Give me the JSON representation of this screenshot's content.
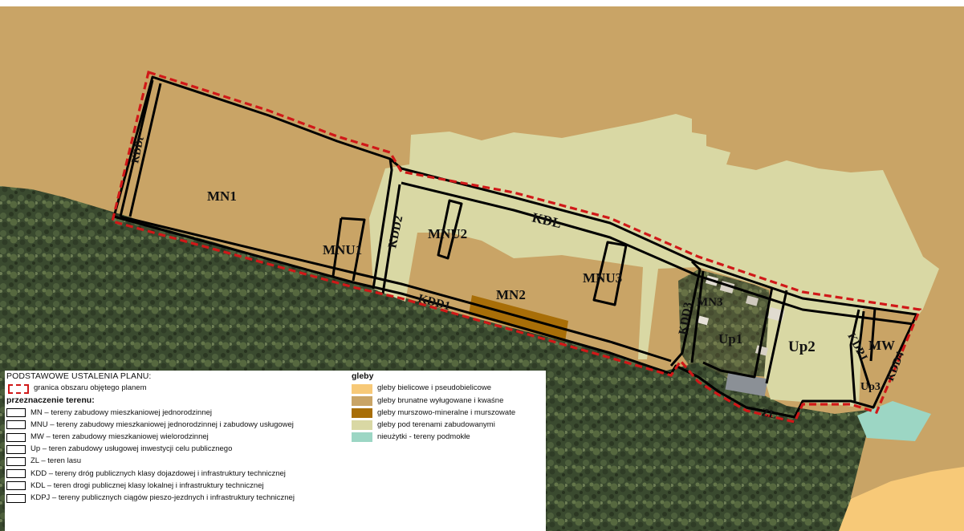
{
  "colors": {
    "soil_bielicowe": "#f7c978",
    "soil_brunatne": "#c9a466",
    "soil_murszowe": "#a86e08",
    "soil_zabudowane": "#d9d8a4",
    "nieuzytki": "#9cd6c4",
    "forest": "#3b4a2f",
    "boundary": "#d01818",
    "unit_line": "#000000"
  },
  "map": {
    "zones": [
      {
        "id": "MN1",
        "label": "MN1"
      },
      {
        "id": "MNU1",
        "label": "MNU1"
      },
      {
        "id": "KDD2",
        "label": "KDD2"
      },
      {
        "id": "MNU2",
        "label": "MNU2"
      },
      {
        "id": "KDL",
        "label": "KDL"
      },
      {
        "id": "MN2",
        "label": "MN2"
      },
      {
        "id": "MNU3",
        "label": "MNU3"
      },
      {
        "id": "KDD1",
        "label": "KDD1"
      },
      {
        "id": "KDD3",
        "label": "KDD3"
      },
      {
        "id": "MN3",
        "label": "MN3"
      },
      {
        "id": "Up1",
        "label": "Up1"
      },
      {
        "id": "Up2",
        "label": "Up2"
      },
      {
        "id": "KDPJ",
        "label": "KDPJ"
      },
      {
        "id": "MW",
        "label": "MW"
      },
      {
        "id": "KDD4",
        "label": "KDD4"
      },
      {
        "id": "Up3",
        "label": "Up3"
      },
      {
        "id": "ZL",
        "label": "ZL"
      },
      {
        "id": "KDDt",
        "label": "KDDt"
      }
    ]
  },
  "legend": {
    "title": "PODSTAWOWE USTALENIA PLANU:",
    "boundary_label": "granica obszaru objętego planem",
    "landuse_heading": "przeznaczenie terenu:",
    "landuse": [
      {
        "code": "MN",
        "label": "MN – tereny zabudowy mieszkaniowej jednorodzinnej"
      },
      {
        "code": "MNU",
        "label": "MNU – tereny zabudowy mieszkaniowej jednorodzinnej i zabudowy usługowej"
      },
      {
        "code": "MW",
        "label": "MW – teren zabudowy mieszkaniowej wielorodzinnej"
      },
      {
        "code": "Up",
        "label": "Up – teren zabudowy usługowej inwestycji celu publicznego"
      },
      {
        "code": "ZL",
        "label": "ZL – teren lasu"
      },
      {
        "code": "KDD",
        "label": "KDD – tereny dróg publicznych klasy dojazdowej i infrastruktury technicznej"
      },
      {
        "code": "KDL",
        "label": "KDL – teren drogi publicznej klasy lokalnej i infrastruktury technicznej"
      },
      {
        "code": "KDPJ",
        "label": "KDPJ – tereny publicznych ciągów pieszo-jezdnych i infrastruktury technicznej"
      }
    ],
    "soils_heading": "gleby",
    "soils": [
      {
        "label": "gleby bielicowe i pseudobielicowe",
        "color": "#f7c978"
      },
      {
        "label": "gleby brunatne wyługowane i kwaśne",
        "color": "#c9a466"
      },
      {
        "label": "gleby murszowo-mineralne i murszowate",
        "color": "#a86e08"
      },
      {
        "label": "gleby pod terenami zabudowanymi",
        "color": "#d9d8a4"
      },
      {
        "label": "nieużytki - tereny podmokłe",
        "color": "#9cd6c4"
      }
    ]
  }
}
